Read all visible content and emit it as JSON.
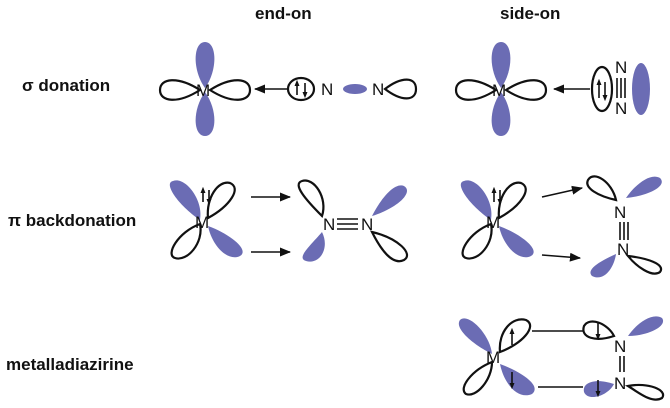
{
  "headers": {
    "end_on": "end-on",
    "side_on": "side-on"
  },
  "rows": {
    "sigma": "σ donation",
    "pi": "π backdonation",
    "metalla": "metalladiazirine"
  },
  "atoms": {
    "metal": "M",
    "nitrogen": "N"
  },
  "colors": {
    "filled_lobe": "#6b6cb4",
    "outline": "#111111"
  }
}
